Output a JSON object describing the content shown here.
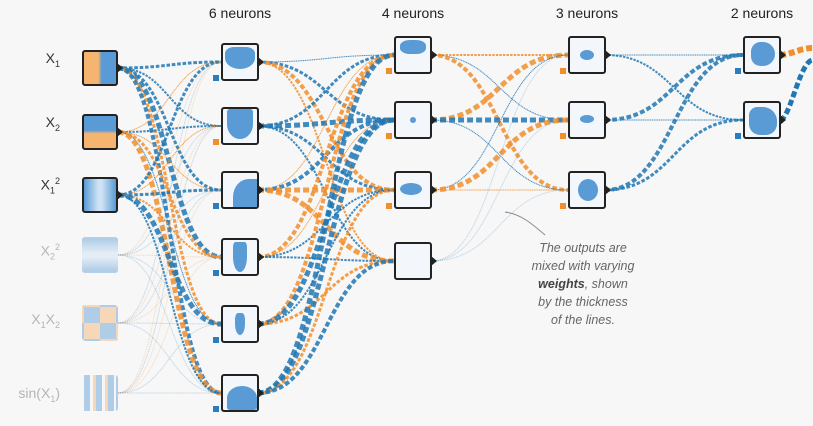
{
  "layers": [
    {
      "title": "6 neurons"
    },
    {
      "title": "4 neurons"
    },
    {
      "title": "3 neurons"
    },
    {
      "title": "2 neurons"
    }
  ],
  "features": [
    {
      "name": "X1",
      "base": "X",
      "sub": "1",
      "sup": ""
    },
    {
      "name": "X2",
      "base": "X",
      "sub": "2",
      "sup": ""
    },
    {
      "name": "X1^2",
      "base": "X",
      "sub": "1",
      "sup": "2"
    },
    {
      "name": "X2^2",
      "base": "X",
      "sub": "2",
      "sup": "2"
    },
    {
      "name": "X1X2",
      "base": "X",
      "sub": "1",
      "sup": ""
    },
    {
      "name": "sin(X1)",
      "base": "sin(X",
      "sub": "1",
      "sup": ""
    }
  ],
  "annotation": {
    "line1": "The outputs are",
    "line2": "mixed with varying",
    "bold": "weights",
    "line3": ", shown",
    "line4": "by the thickness",
    "line5": "of the lines."
  },
  "colors": {
    "positive_weight": "#f28e2b",
    "negative_weight": "#2077b4",
    "node_blue": "#5a9bd5",
    "node_orange": "#f5b46f",
    "background": "#f7f7f7"
  },
  "icons": {
    "node_output_arrow": "triangle-right",
    "bias_marker": "small-square"
  }
}
